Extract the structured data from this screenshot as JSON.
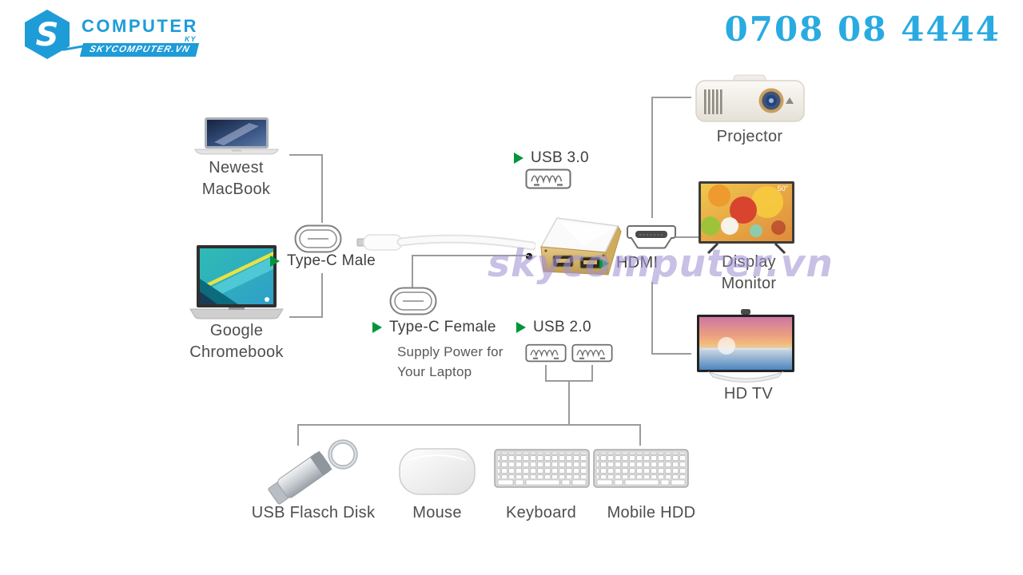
{
  "header": {
    "logo_brand": "COMPUTER",
    "logo_sub": "KY",
    "logo_site": "SKYCOMPUTER.VN",
    "phone": "0708 08 4444"
  },
  "watermark": "skycomputer.vn",
  "colors": {
    "brand_blue": "#1e9cd7",
    "phone_cyan": "#29abe2",
    "arrow_green": "#00953b",
    "label_gray": "#4e4e4e",
    "line_gray": "#9b9b9b",
    "hub_gold": "#d2b268",
    "watermark_purple": "#a394d4"
  },
  "sources": [
    {
      "name": "macbook",
      "line1": "Newest",
      "line2": "MacBook"
    },
    {
      "name": "chromebook",
      "line1": "Google",
      "line2": "Chromebook"
    }
  ],
  "ports": {
    "type_c_male": "Type-C Male",
    "usb3": "USB 3.0",
    "type_c_female": "Type-C Female",
    "supply1": "Supply Power for",
    "supply2": "Your Laptop",
    "usb2": "USB 2.0",
    "hdmi": "HDMI"
  },
  "displays": [
    {
      "label": "Projector"
    },
    {
      "line1": "Display",
      "line2": "Monitor",
      "badge": "50\""
    },
    {
      "label": "HD TV"
    }
  ],
  "peripherals": [
    {
      "label": "USB Flasch Disk"
    },
    {
      "label": "Mouse"
    },
    {
      "label": "Keyboard"
    },
    {
      "label": "Mobile HDD"
    }
  ]
}
